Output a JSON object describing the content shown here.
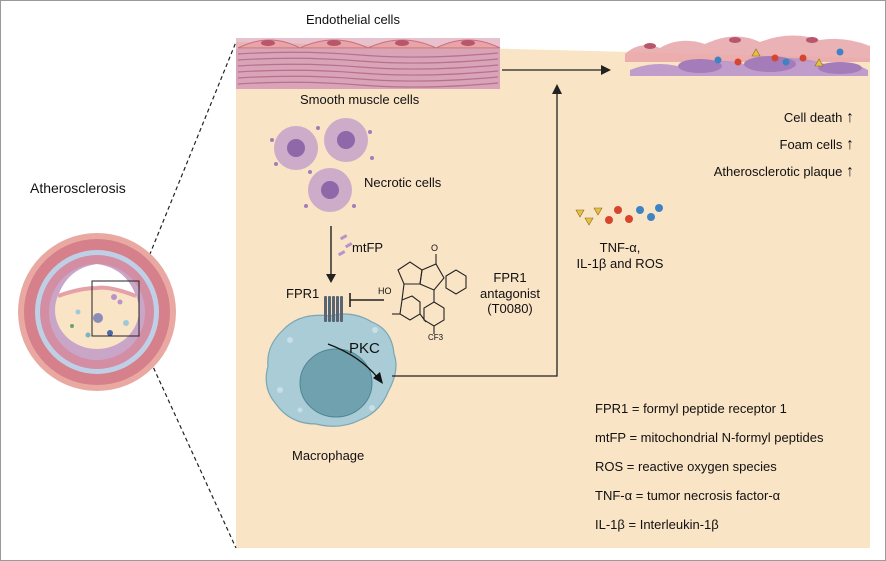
{
  "colors": {
    "panel": "#fae4c6",
    "endothelial": "#e8a4a8",
    "smooth_muscle": "#d38ea4",
    "necrotic": "#b894c9",
    "macrophage": "#a9ccd6",
    "nucleus": "#6fa1ae",
    "receptor": "#5a6573",
    "tnf_triangle": "#e6c043",
    "il1b_circle": "#d6452e",
    "ros_circle": "#3f83c5"
  },
  "labels": {
    "atherosclerosis": "Atherosclerosis",
    "endothelial_cells": "Endothelial cells",
    "smooth_muscle_cells": "Smooth muscle cells",
    "necrotic_cells": "Necrotic cells",
    "mtfp": "mtFP",
    "fpr1": "FPR1",
    "pkc": "PKC",
    "macrophage": "Macrophage",
    "antagonist_line1": "FPR1",
    "antagonist_line2": "antagonist",
    "antagonist_line3": "(T0080)",
    "mediators_line1": "TNF-α,",
    "mediators_line2": "IL-1β and ROS"
  },
  "molecule": {
    "ho": "HO",
    "o": "O",
    "cf3": "CF3"
  },
  "outcomes": [
    {
      "label": "Cell death",
      "arrow": "↑"
    },
    {
      "label": "Foam cells",
      "arrow": "↑"
    },
    {
      "label": "Atherosclerotic plaque",
      "arrow": "↑"
    }
  ],
  "abbreviations": [
    {
      "abbr": "FPR1",
      "definition": "= formyl  peptide receptor 1"
    },
    {
      "abbr": "mtFP",
      "definition": "= mitochondrial  N-formyl peptides"
    },
    {
      "abbr": "ROS",
      "definition": "=  reactive oxygen species"
    },
    {
      "abbr": "TNF-α",
      "definition": " = tumor necrosis factor-α"
    },
    {
      "abbr": "IL-1β",
      "definition": " = Interleukin-1β"
    }
  ]
}
